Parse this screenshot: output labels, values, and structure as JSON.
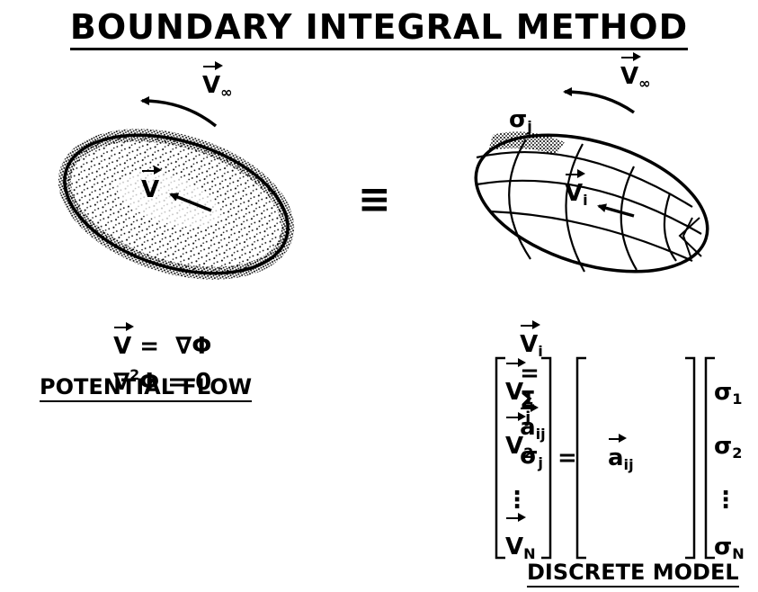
{
  "title": "BOUNDARY INTEGRAL METHOD",
  "equiv_symbol": "≡",
  "left": {
    "v_inf_base": "V",
    "v_inf_sub": "∞",
    "body_vector": "V",
    "eq1_lhs": "V",
    "eq1_rhs": " =  ∇Φ",
    "eq2_lhs": "∇",
    "eq2_sup": "2",
    "eq2_rhs": "Φ = 0",
    "caption": "POTENTIAL FLOW"
  },
  "right": {
    "v_inf_base": "V",
    "v_inf_sub": "∞",
    "sigma_j": "σ",
    "sigma_j_sub": "j",
    "body_vector": "V",
    "body_vector_sub": "i",
    "eq_lhs": "V",
    "eq_lhs_sub": "i",
    "eq_equals": "=",
    "eq_sum": "Σ",
    "eq_sum_sub": "j",
    "eq_a": "a",
    "eq_a_sub": "ij",
    "eq_sigma": "σ",
    "eq_sigma_sub": "j",
    "vec_left": [
      {
        "base": "V",
        "sub": "1"
      },
      {
        "base": "V",
        "sub": "2"
      },
      {
        "base": "⋮",
        "sub": ""
      },
      {
        "base": "V",
        "sub": "N"
      }
    ],
    "matrix_equals": "=",
    "matrix_entry": "a",
    "matrix_entry_sub": "ij",
    "vec_right": [
      {
        "base": "σ",
        "sub": "1"
      },
      {
        "base": "σ",
        "sub": "2"
      },
      {
        "base": "⋮",
        "sub": ""
      },
      {
        "base": "σ",
        "sub": "N"
      }
    ],
    "caption": "DISCRETE MODEL"
  }
}
